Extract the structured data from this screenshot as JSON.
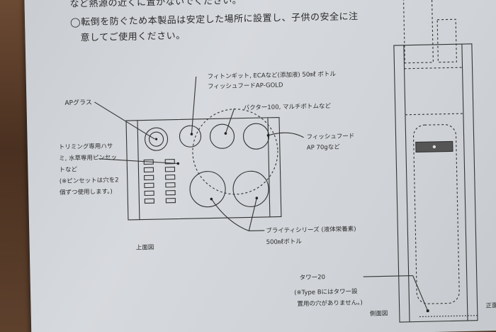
{
  "notes": {
    "line0": "など熱源の近くに置かないでください。",
    "line1": "◯転倒を防ぐため本製品は安定した場所に設置し、子供の安全に注",
    "line2": "意してご使用ください。"
  },
  "top_view": {
    "ap_glass": "APグラス",
    "fiton_line1": "フィトンギット, ECAなど(添加液) 50㎖ ボトル",
    "fiton_line2": "フィッシュフードAP-GOLD",
    "bacter": "バクター100, マルチボトムなど",
    "fishfood_line1": "フィッシュフード",
    "fishfood_line2": "AP 70gなど",
    "tweezers_line1": "トリミング専用ハサ",
    "tweezers_line2": "ミ, 水草専用ピンセッ",
    "tweezers_line3": "トなど",
    "tweezers_line4": "(※ピンセットは穴を2",
    "tweezers_line5": "個ずつ使用します。)",
    "brighty_line1": "ブライティシリーズ (液体栄養素)",
    "brighty_line2": "500㎖ボトル",
    "caption": "上面図"
  },
  "side_view": {
    "tower_label": "タワー20",
    "tower_note1": "(※Type Bにはタワー設",
    "tower_note2": "置用の穴がありません。)",
    "caption": "側面図",
    "front_caption": "正面図"
  }
}
